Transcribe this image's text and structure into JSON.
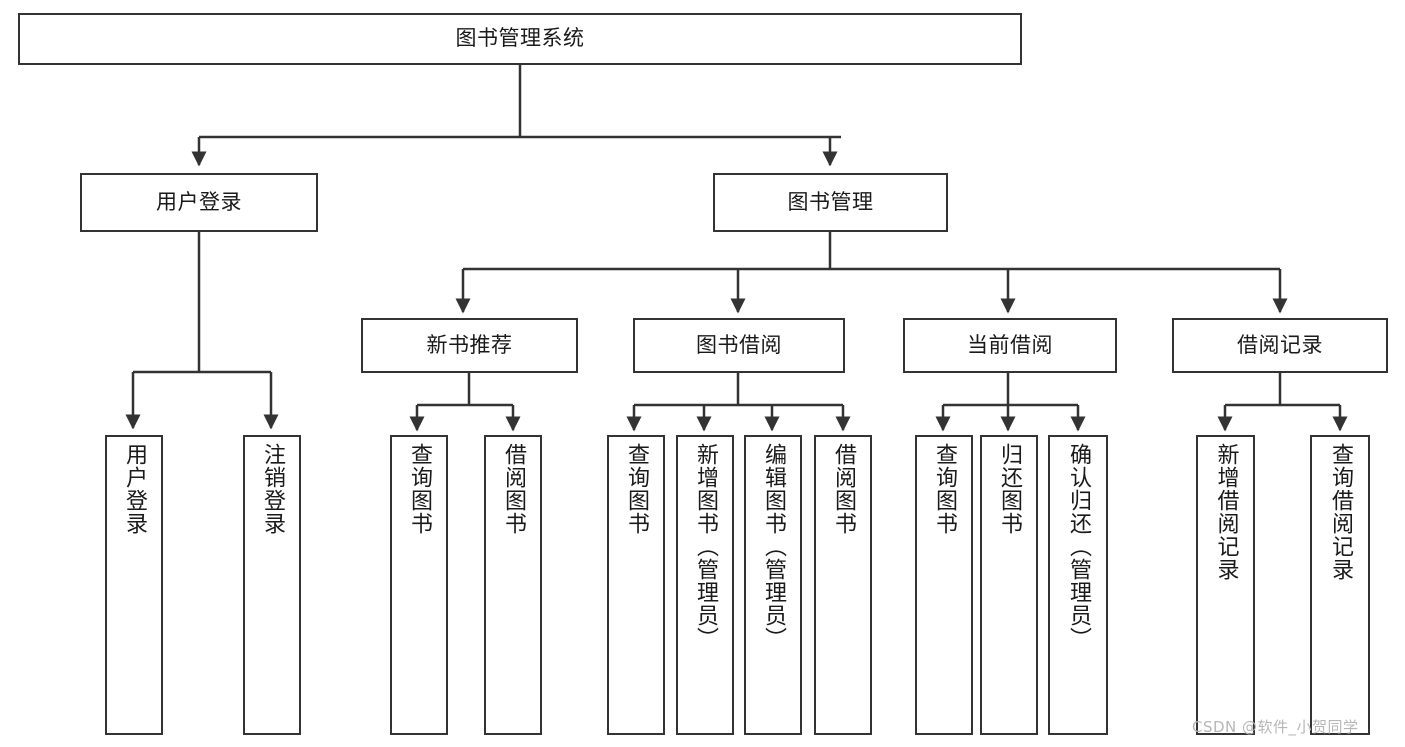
{
  "diagram": {
    "type": "tree",
    "title": "图书管理系统",
    "watermark": "CSDN @软件_小贺同学",
    "colors": {
      "box_border": "#333333",
      "box_fill": "#ffffff",
      "connector": "#333333",
      "text": "#1a1a1a",
      "watermark": "#b7b7b7"
    },
    "nodes": {
      "root": {
        "label": "图书管理系统"
      },
      "level2": [
        {
          "id": "user-login",
          "label": "用户登录"
        },
        {
          "id": "book-manage",
          "label": "图书管理"
        }
      ],
      "level3": [
        {
          "id": "new-book-recommend",
          "label": "新书推荐"
        },
        {
          "id": "book-borrow",
          "label": "图书借阅"
        },
        {
          "id": "current-borrow",
          "label": "当前借阅"
        },
        {
          "id": "borrow-record",
          "label": "借阅记录"
        }
      ],
      "leaves": {
        "user-login": [
          {
            "id": "leaf-user-login",
            "label": "用户登录"
          },
          {
            "id": "leaf-logout",
            "label": "注销登录"
          }
        ],
        "new-book-recommend": [
          {
            "id": "leaf-query-book-1",
            "label": "查询图书"
          },
          {
            "id": "leaf-borrow-book-1",
            "label": "借阅图书"
          }
        ],
        "book-borrow": [
          {
            "id": "leaf-query-book-2",
            "label": "查询图书"
          },
          {
            "id": "leaf-add-book",
            "label": "新增图书（管理员）"
          },
          {
            "id": "leaf-edit-book",
            "label": "编辑图书（管理员）"
          },
          {
            "id": "leaf-borrow-book-2",
            "label": "借阅图书"
          }
        ],
        "current-borrow": [
          {
            "id": "leaf-query-book-3",
            "label": "查询图书"
          },
          {
            "id": "leaf-return-book",
            "label": "归还图书"
          },
          {
            "id": "leaf-confirm-return",
            "label": "确认归还（管理员）"
          }
        ],
        "borrow-record": [
          {
            "id": "leaf-add-record",
            "label": "新增借阅记录"
          },
          {
            "id": "leaf-query-record",
            "label": "查询借阅记录"
          }
        ]
      }
    }
  }
}
